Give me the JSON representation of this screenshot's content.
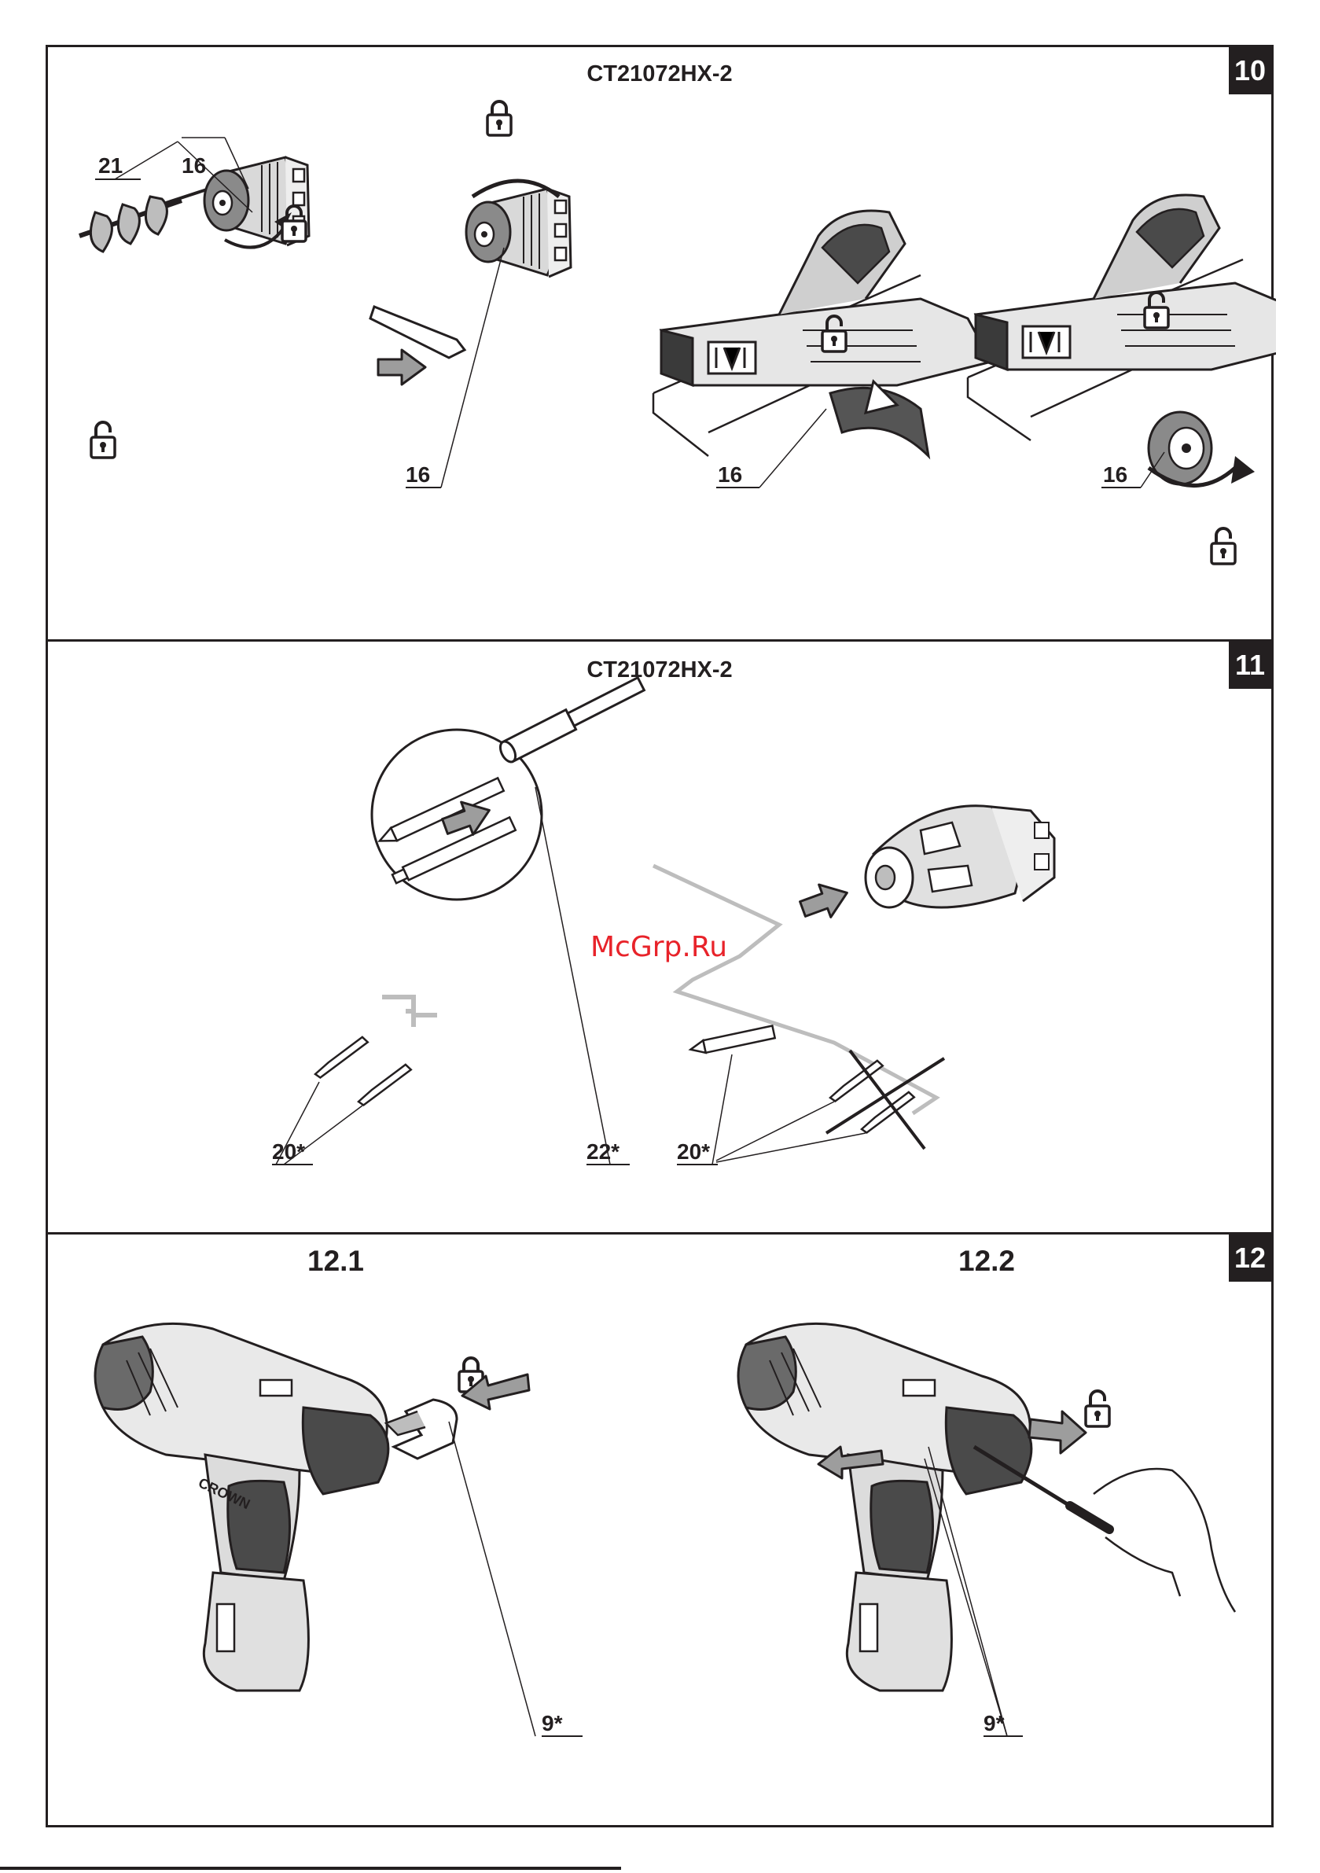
{
  "figures": {
    "fig10": {
      "number": "10",
      "title": "CT21072HX-2",
      "callouts": [
        "21",
        "16",
        "16",
        "16",
        "16"
      ]
    },
    "fig11": {
      "number": "11",
      "title": "CT21072HX-2",
      "callouts": [
        "20*",
        "22*",
        "20*"
      ]
    },
    "fig12": {
      "number": "12",
      "sub_left": "12.1",
      "sub_right": "12.2",
      "callouts": [
        "9*",
        "9*"
      ],
      "brand": "CROWN"
    }
  },
  "watermark": "McGrp.Ru",
  "icons": [
    "lock-closed-icon",
    "lock-open-icon",
    "push-arrow-icon",
    "rotate-arrow-icon"
  ]
}
